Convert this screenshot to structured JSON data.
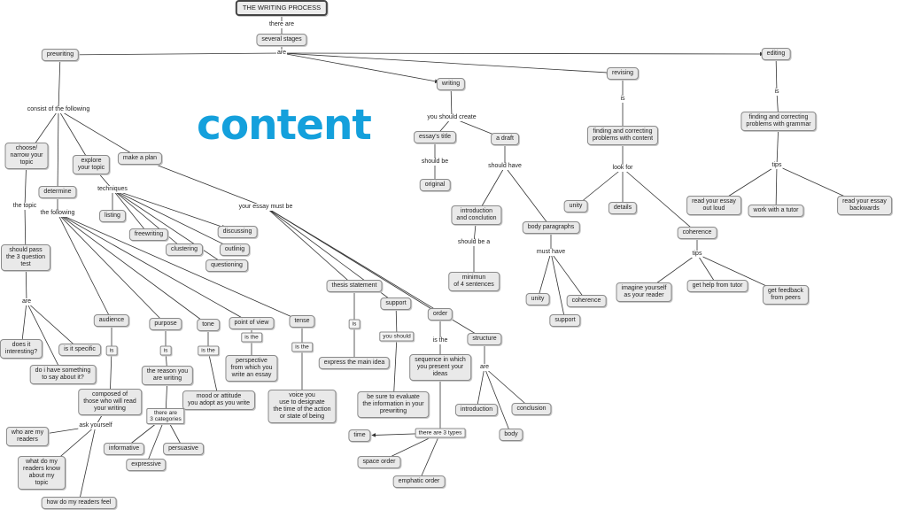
{
  "overlay": {
    "text": "content",
    "color": "#14a0dc"
  },
  "nodes": [
    {
      "id": "root",
      "text": "THE WRITING PROCESS"
    },
    {
      "id": "several",
      "text": "several stages"
    },
    {
      "id": "prewriting",
      "text": "prewriting"
    },
    {
      "id": "editing",
      "text": "editing"
    },
    {
      "id": "writing",
      "text": "writing"
    },
    {
      "id": "revising",
      "text": "revising"
    },
    {
      "id": "choose",
      "text": "choose/\nnarrow your\ntopic"
    },
    {
      "id": "explore",
      "text": "explore\nyour topic"
    },
    {
      "id": "makeplan",
      "text": "make a plan"
    },
    {
      "id": "determine",
      "text": "determine"
    },
    {
      "id": "listing",
      "text": "listing"
    },
    {
      "id": "freewriting",
      "text": "freewriting"
    },
    {
      "id": "clustering",
      "text": "clustering"
    },
    {
      "id": "discussing",
      "text": "discussing"
    },
    {
      "id": "outlinig",
      "text": "outlinig"
    },
    {
      "id": "questioning",
      "text": "questioning"
    },
    {
      "id": "shouldpass",
      "text": "should pass\nthe 3 question\ntest"
    },
    {
      "id": "interesting",
      "text": "does it\ninteresting?"
    },
    {
      "id": "specific",
      "text": "is it specific"
    },
    {
      "id": "sayabout",
      "text": "do i have something\nto say about it?"
    },
    {
      "id": "audience",
      "text": "audience"
    },
    {
      "id": "purpose",
      "text": "purpose"
    },
    {
      "id": "tone",
      "text": "tone"
    },
    {
      "id": "pov",
      "text": "point of view"
    },
    {
      "id": "tense",
      "text": "tense"
    },
    {
      "id": "composed",
      "text": "composed of\nthose who will read\nyour writing"
    },
    {
      "id": "reason",
      "text": "the reason you\nare writing"
    },
    {
      "id": "mood",
      "text": "mood or attitude\nyou adopt as you write"
    },
    {
      "id": "perspective",
      "text": "perspective\nfrom which you\nwrite an essay"
    },
    {
      "id": "voice",
      "text": "voice you\nuse to designate\nthe time of the action\nor state of being"
    },
    {
      "id": "informative",
      "text": "informative"
    },
    {
      "id": "expressive",
      "text": "expressive"
    },
    {
      "id": "persuasive",
      "text": "persuasive"
    },
    {
      "id": "whoare",
      "text": "who are my\nreaders"
    },
    {
      "id": "whatdo",
      "text": "what do my\nreaders know\nabout my\ntopic"
    },
    {
      "id": "howdo",
      "text": "how do my readers feel"
    },
    {
      "id": "essaytitle",
      "text": "essay's title"
    },
    {
      "id": "original",
      "text": "original"
    },
    {
      "id": "adraft",
      "text": "a draft"
    },
    {
      "id": "introconc",
      "text": "introduction\nand conclution"
    },
    {
      "id": "minimun",
      "text": "minimun\nof 4 sentences"
    },
    {
      "id": "bodypar",
      "text": "body paragraphs"
    },
    {
      "id": "unity2",
      "text": "unity"
    },
    {
      "id": "coherence2",
      "text": "coherence"
    },
    {
      "id": "support2",
      "text": "support"
    },
    {
      "id": "thesis",
      "text": "thesis statement"
    },
    {
      "id": "support",
      "text": "support"
    },
    {
      "id": "order",
      "text": "order"
    },
    {
      "id": "structure",
      "text": "structure"
    },
    {
      "id": "mainidea",
      "text": "express the main idea"
    },
    {
      "id": "evaluate",
      "text": "be sure to evaluate\nthe information in your\nprewriting"
    },
    {
      "id": "sequence",
      "text": "sequence in which\nyou present your\nideas"
    },
    {
      "id": "introduction",
      "text": "introduction"
    },
    {
      "id": "conclusion",
      "text": "conclusion"
    },
    {
      "id": "body",
      "text": "body"
    },
    {
      "id": "time",
      "text": "time"
    },
    {
      "id": "spaceorder",
      "text": "space order"
    },
    {
      "id": "emphatic",
      "text": "emphatic order"
    },
    {
      "id": "findrev",
      "text": "finding and correcting\nproblems with content"
    },
    {
      "id": "unity",
      "text": "unity"
    },
    {
      "id": "details",
      "text": "details"
    },
    {
      "id": "coherence",
      "text": "coherence"
    },
    {
      "id": "imagine",
      "text": "imagine yourself\nas your reader"
    },
    {
      "id": "gethelp",
      "text": "get help from tutor"
    },
    {
      "id": "feedback",
      "text": "get feedback\nfrom peers"
    },
    {
      "id": "findedit",
      "text": "finding and correcting\nproblems with grammar"
    },
    {
      "id": "readout",
      "text": "read your essay\nout loud"
    },
    {
      "id": "worktutor",
      "text": "work with a tutor"
    },
    {
      "id": "readback",
      "text": "read your essay\nbackwards"
    }
  ],
  "linking_phrases": [
    {
      "id": "thereare",
      "text": "there are"
    },
    {
      "id": "are1",
      "text": "are"
    },
    {
      "id": "consist",
      "text": "consist of the following"
    },
    {
      "id": "techniques",
      "text": "techniques"
    },
    {
      "id": "thetopic",
      "text": "the topic"
    },
    {
      "id": "thefollowing",
      "text": "the following"
    },
    {
      "id": "are2",
      "text": "are"
    },
    {
      "id": "mustbe",
      "text": "your essay must be"
    },
    {
      "id": "is_aud",
      "text": "is"
    },
    {
      "id": "is_pur",
      "text": "is"
    },
    {
      "id": "isthe_tone",
      "text": "is the"
    },
    {
      "id": "isthe_pov",
      "text": "is the"
    },
    {
      "id": "isthe_tense",
      "text": "is the"
    },
    {
      "id": "three_cat",
      "text": "there are\n3 categories"
    },
    {
      "id": "askyourself",
      "text": "ask yourself"
    },
    {
      "id": "youshouldcreate",
      "text": "you should create"
    },
    {
      "id": "shouldbe1",
      "text": "should be"
    },
    {
      "id": "shouldhave",
      "text": "should have"
    },
    {
      "id": "shouldbea",
      "text": "should be a"
    },
    {
      "id": "musthave",
      "text": "must have"
    },
    {
      "id": "is_thesis",
      "text": "is"
    },
    {
      "id": "youshould",
      "text": "you should"
    },
    {
      "id": "isthe_order",
      "text": "is the"
    },
    {
      "id": "are3",
      "text": "are"
    },
    {
      "id": "three_types",
      "text": "there are 3 types"
    },
    {
      "id": "is_rev",
      "text": "is"
    },
    {
      "id": "lookfor",
      "text": "look for"
    },
    {
      "id": "tips1",
      "text": "tips"
    },
    {
      "id": "is_edit",
      "text": "is"
    },
    {
      "id": "tips2",
      "text": "tips"
    }
  ]
}
